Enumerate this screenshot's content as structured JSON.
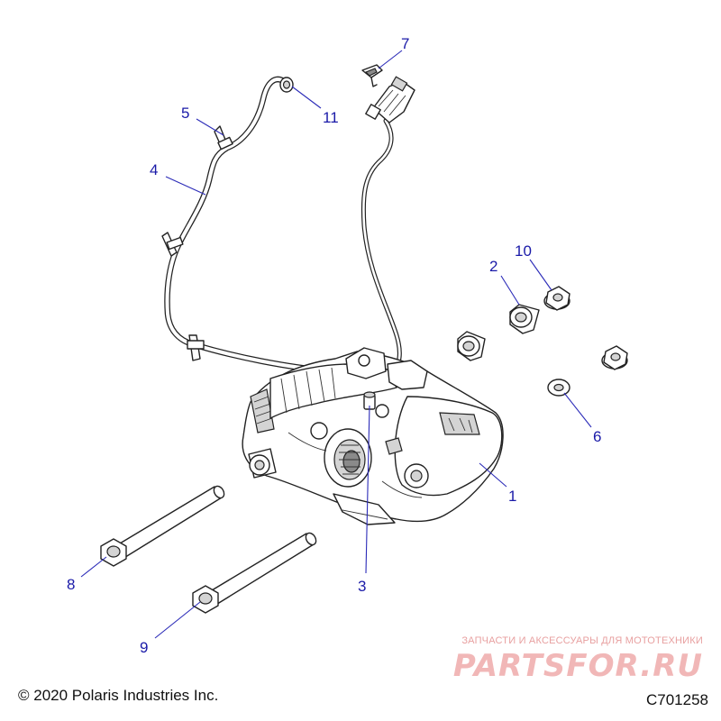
{
  "callouts": [
    {
      "number": "1",
      "part": "gearcase"
    },
    {
      "number": "2",
      "part": "spacer"
    },
    {
      "number": "3",
      "part": "sensor"
    },
    {
      "number": "4",
      "part": "vent-hose"
    },
    {
      "number": "5",
      "part": "hose-clip"
    },
    {
      "number": "6",
      "part": "washer"
    },
    {
      "number": "7",
      "part": "retainer-clip"
    },
    {
      "number": "8",
      "part": "bolt"
    },
    {
      "number": "9",
      "part": "bolt"
    },
    {
      "number": "10",
      "part": "nut"
    },
    {
      "number": "11",
      "part": "hose-end"
    }
  ],
  "footer": {
    "copyright": "© 2020 Polaris Industries Inc.",
    "diagram_id": "C701258"
  },
  "watermark": {
    "tagline": "ЗАПЧАСТИ И АКСЕССУАРЫ ДЛЯ МОТОТЕХНИКИ",
    "logo": "PARTSFOR.RU"
  },
  "colors": {
    "callout_text": "#1a1aa8",
    "leader_line": "#2b2bb8",
    "line_art": "#222222",
    "watermark": "#f1b7b7"
  }
}
